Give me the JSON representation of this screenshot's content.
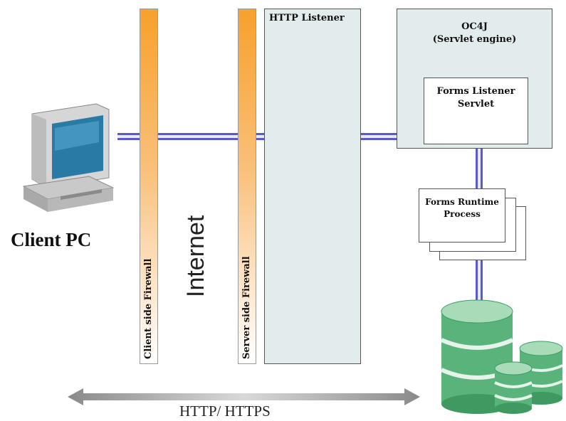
{
  "diagram": {
    "client_label": "Client PC",
    "client_firewall_label": "Client side Firewall",
    "internet_label": "Internet",
    "server_firewall_label": "Server side Firewall",
    "http_listener_label": "HTTP Listener",
    "oc4j": {
      "line1": "OC4J",
      "line2": "(Servlet engine)"
    },
    "forms_listener": {
      "line1": "Forms Listener",
      "line2": "Servlet"
    },
    "forms_runtime": {
      "line1": "Forms Runtime",
      "line2": "Process"
    },
    "protocol_label": "HTTP/ HTTPS"
  },
  "colors": {
    "firewall_top": "#f7a12c",
    "connector": "#5a5acf",
    "box_fill": "#e3ecec",
    "database_green": "#58b47a"
  }
}
